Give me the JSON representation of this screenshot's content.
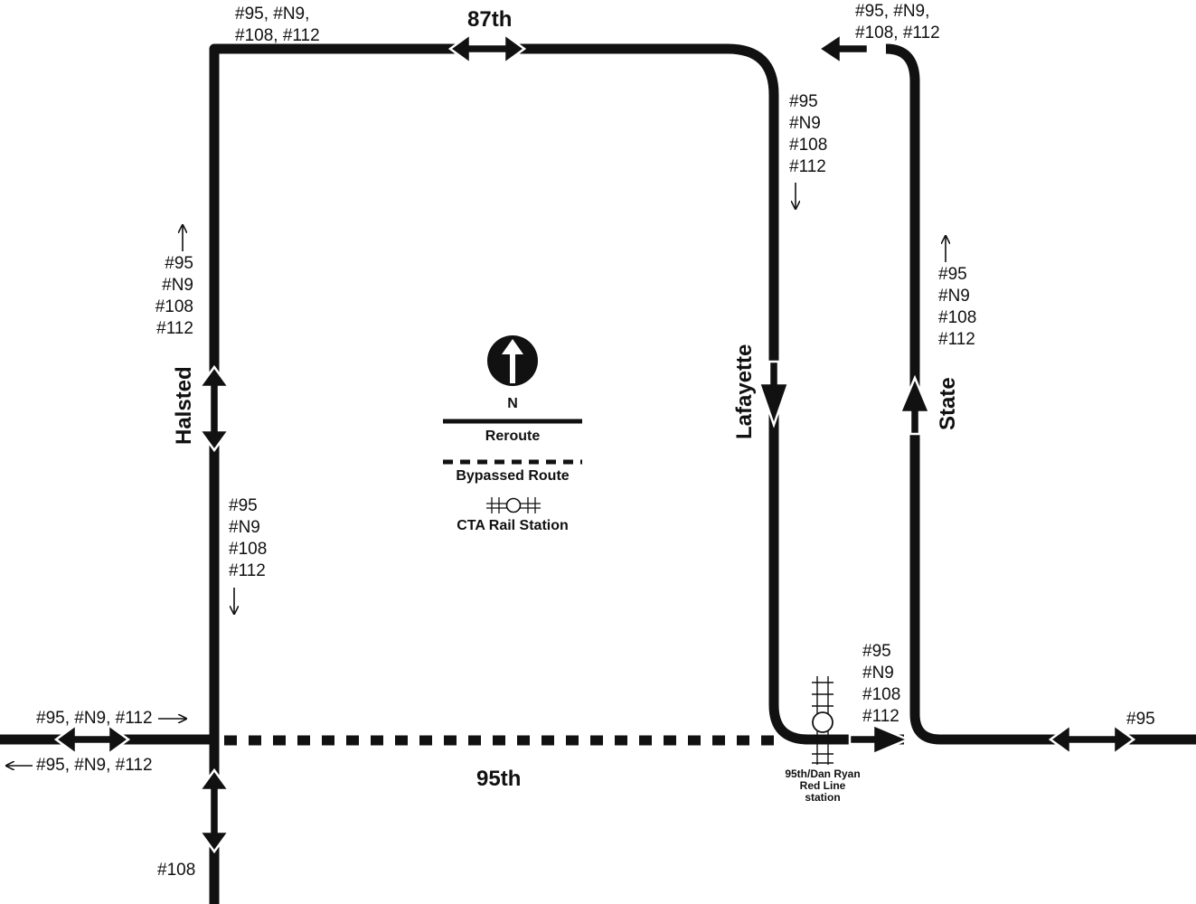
{
  "streets": {
    "north": "87th",
    "south": "95th",
    "west": "Halsted",
    "middle": "Lafayette",
    "east": "State"
  },
  "routes": {
    "top_left": [
      "#95, #N9,",
      "#108, #112"
    ],
    "top_right": [
      "#95, #N9,",
      "#108, #112"
    ],
    "lafayette": [
      "#95",
      "#N9",
      "#108",
      "#112"
    ],
    "state": [
      "#95",
      "#N9",
      "#108",
      "#112"
    ],
    "halsted_upper": [
      "#95",
      "#N9",
      "#108",
      "#112"
    ],
    "halsted_lower": [
      "#95",
      "#N9",
      "#108",
      "#112"
    ],
    "station_east": [
      "#95",
      "#N9",
      "#108",
      "#112"
    ],
    "west_eastbound": "#95, #N9, #112",
    "west_westbound": "#95, #N9, #112",
    "east_end": "#95",
    "south_halsted": "#108"
  },
  "station": {
    "label_lines": [
      "95th/Dan Ryan",
      "Red Line",
      "station"
    ]
  },
  "legend": {
    "north_label": "N",
    "reroute": "Reroute",
    "bypassed": "Bypassed Route",
    "rail_station": "CTA Rail Station"
  },
  "colors": {
    "route": "#111111",
    "background": "#ffffff"
  }
}
